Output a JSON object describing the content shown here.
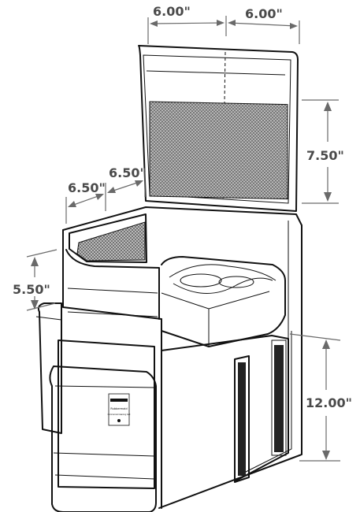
{
  "dimensions": {
    "top_left_width": "6.00\"",
    "top_right_width": "6.00\"",
    "back_pocket_height": "7.50\"",
    "front_pocket_depth_a": "6.50\"",
    "front_pocket_depth_b": "6.50\"",
    "front_pocket_height": "5.50\"",
    "lower_compartment_height": "12.00\""
  },
  "product": {
    "brand_label": "Rubbermaid",
    "model_label": "Commercial Cleaning Cart"
  },
  "colors": {
    "outline": "#111111",
    "dimension_lines": "#6a6a6a",
    "dimension_text": "#4a4a4a",
    "mesh": "#8a8a8a"
  }
}
